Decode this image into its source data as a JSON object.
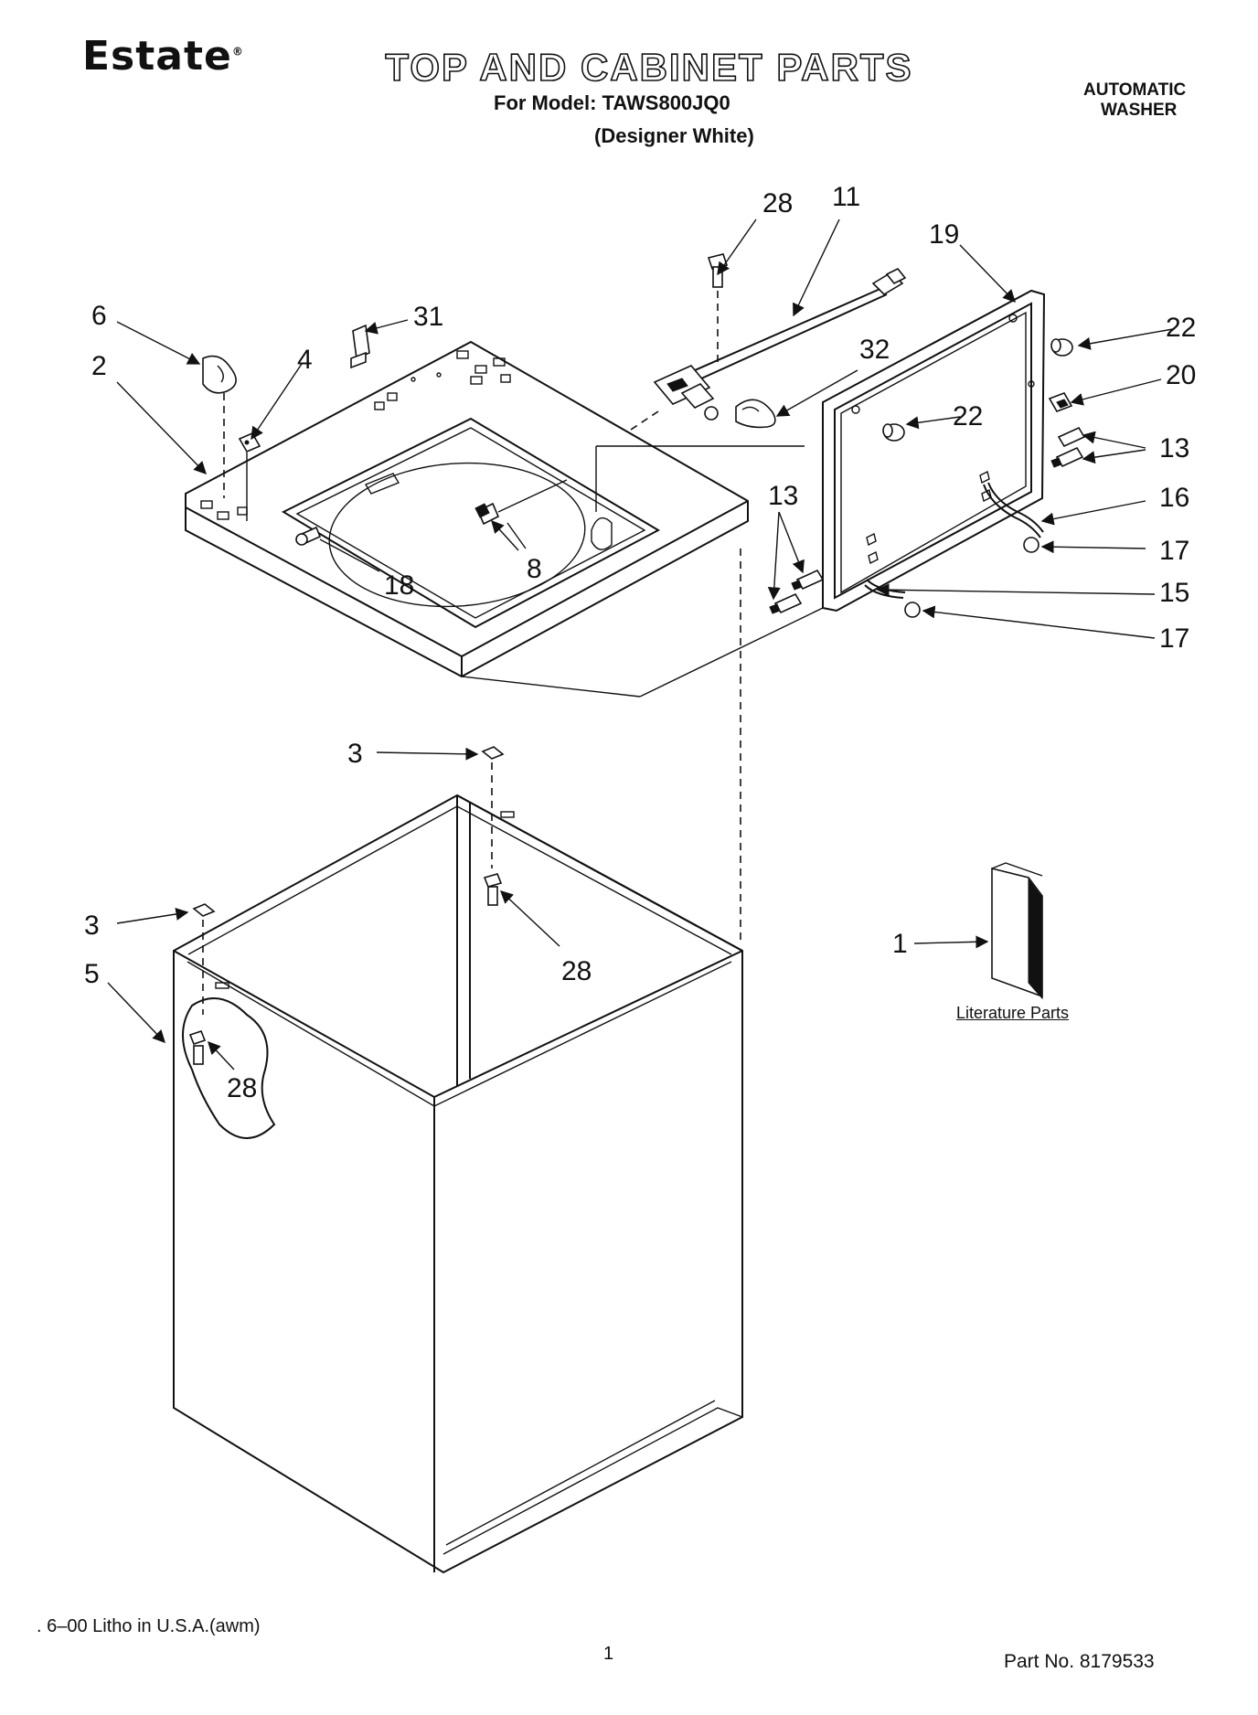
{
  "header": {
    "brand": "Estate",
    "title": "TOP AND CABINET PARTS",
    "model_line": "For Model: TAWS800JQ0",
    "color_line": "(Designer White)",
    "appliance_type_line1": "AUTOMATIC",
    "appliance_type_line2": "WASHER"
  },
  "callouts": {
    "c28a": "28",
    "c11": "11",
    "c19": "19",
    "c22a": "22",
    "c6": "6",
    "c31": "31",
    "c32": "32",
    "c20": "20",
    "c2": "2",
    "c4": "4",
    "c22b": "22",
    "c13a": "13",
    "c13b": "13",
    "c16": "16",
    "c17a": "17",
    "c18": "18",
    "c8": "8",
    "c15": "15",
    "c17b": "17",
    "c3a": "3",
    "c3b": "3",
    "c28b": "28",
    "c1": "1",
    "c5": "5",
    "c28c": "28"
  },
  "literature_label": "Literature Parts",
  "footer": {
    "litho": ". 6–00 Litho in U.S.A.(awm)",
    "page": "1",
    "part_no": "Part No. 8179533"
  },
  "icons": {
    "screw": "screw-icon",
    "clip": "clip-icon",
    "switch": "lid-switch-icon",
    "bumper": "bumper-icon",
    "hose": "hose-icon",
    "booklet": "literature-booklet-icon"
  }
}
